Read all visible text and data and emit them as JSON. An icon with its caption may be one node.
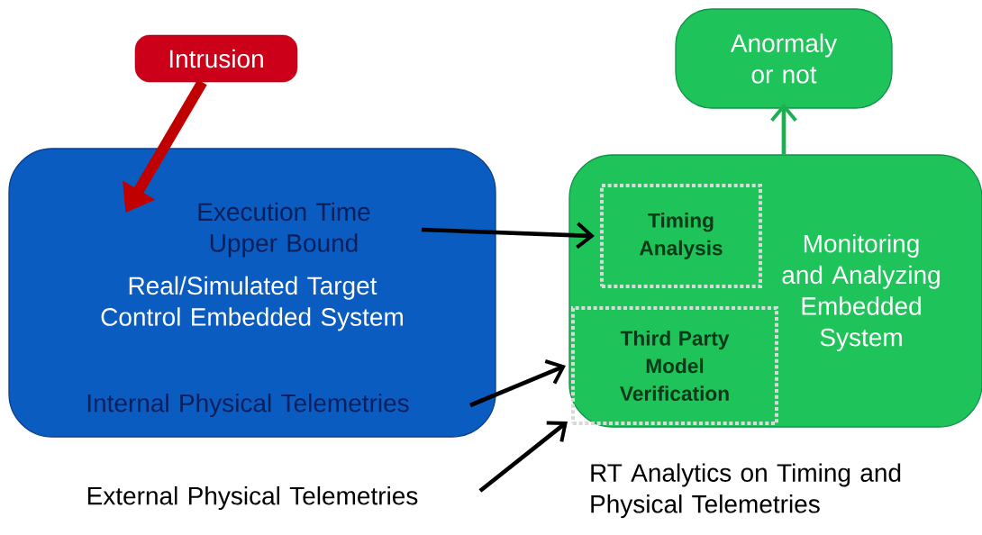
{
  "diagram": {
    "nodes": [
      {
        "text": [
          "Intrusion"
        ]
      },
      {
        "text": [
          "Real/Simulated Target Control Embedded System"
        ]
      },
      {
        "text": [
          "Execution Time Upper Bound"
        ],
        "in": 1
      },
      {
        "text": [
          "Internal Physical Telemetries"
        ],
        "in": 1
      },
      {
        "text": [
          "Anormaly or not"
        ]
      },
      {
        "text": [
          "Monitoring and Analyzing Embedded System"
        ],
        "beside": [
          "RT Analytics on Timing and Physical Telemetries"
        ]
      },
      {
        "text": [
          "Timing Analysis"
        ],
        "in": 5
      },
      {
        "text": [
          "Third Party Model Verification"
        ],
        "in": 5
      },
      {
        "text": [
          "External Physical Telemetries"
        ]
      }
    ],
    "edges": [
      {
        "from": 0,
        "to": 1,
        "arrow": "to",
        "style": "thick",
        "color": "#c00000"
      },
      {
        "from": 2,
        "to": 6,
        "arrow": "to"
      },
      {
        "from": 3,
        "to": 7,
        "arrow": "to"
      },
      {
        "from": 8,
        "to": 7,
        "arrow": "to"
      },
      {
        "from": 5,
        "to": 4,
        "arrow": "to",
        "color": "#1eb050"
      }
    ]
  }
}
